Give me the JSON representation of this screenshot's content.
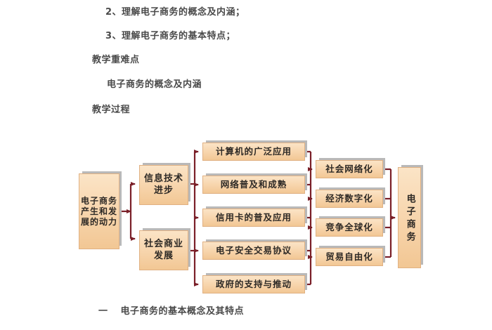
{
  "document": {
    "lines": [
      "2、理解电子商务的概念及内涵；",
      "3、理解电子商务的基本特点；",
      "教学重难点",
      "电子商务的概念及内涵",
      "教学过程"
    ],
    "caption_index": "一",
    "caption_text": "电子商务的基本概念及其特点"
  },
  "diagram": {
    "root": "电子商务产生和发展的动力",
    "drivers_categories": [
      "信息技术进步",
      "社会商业发展"
    ],
    "drivers": [
      "计算机的广泛应用",
      "网络普及和成熟",
      "信用卡的普及应用",
      "电子安全交易协议",
      "政府的支持与推动"
    ],
    "outcomes": [
      "社会网络化",
      "经济数字化",
      "竞争全球化",
      "贸易自由化"
    ],
    "result": "电子商务",
    "colors": {
      "box_fill_top": "#fbe4c6",
      "box_fill_bottom": "#f2c794",
      "box_border": "#e0b183",
      "box_shadow": "#bfbfbf",
      "connector": "#7a1f28",
      "text": "#2e2a26"
    }
  }
}
